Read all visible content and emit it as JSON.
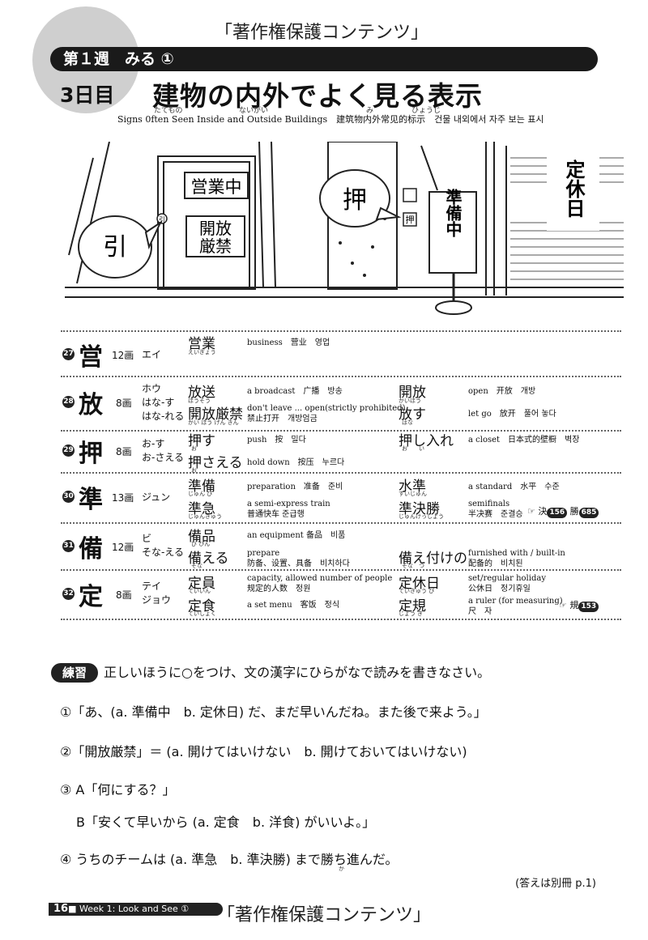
{
  "watermark": "「著作権保護コンテンツ」",
  "header": {
    "week_label": "第１週　みる ①",
    "day_label": "3日目",
    "title": "建物の内外でよく見る表示",
    "title_furigana": [
      "たてもの",
      "ないがい",
      "み",
      "ひょうじ"
    ],
    "subtitle": "Signs 0ften Seen Inside and Outside Buildings　建筑物内外常见的标示　건물 내외에서 자주 보는 표시"
  },
  "illustration": {
    "sign_eigyochu": "営業中",
    "sign_kaiho": "開放",
    "sign_genkin": "厳禁",
    "bubble_hiku": "引",
    "bubble_osu": "押",
    "small_hiku": "引",
    "small_osu": "押",
    "sign_junbichu": "準備中",
    "sign_teikyubi": "定休日"
  },
  "kanji_rows": [
    {
      "no": "27",
      "kanji": "営",
      "strokes": "12画",
      "readings": "エイ",
      "left": [
        {
          "word": "営業",
          "furi": "えいぎょう",
          "meaning": "business　营业　영업"
        }
      ],
      "right": []
    },
    {
      "no": "28",
      "kanji": "放",
      "strokes": "8画",
      "readings": "ホウ\nはな-す\nはな-れる",
      "left": [
        {
          "word": "放送",
          "furi": "ほうそう",
          "meaning": "a broadcast　广播　방송"
        },
        {
          "word": "開放厳禁",
          "furi": "かい ほう げん きん",
          "meaning": "don't leave ... open(strictly prohibited)\n禁止打开　개방엄금"
        }
      ],
      "right": [
        {
          "word": "開放",
          "furi": "かいほう",
          "meaning": "open　开放　개방"
        },
        {
          "word": "放す",
          "furi": "はな",
          "meaning": "let go　放开　풀어 놓다"
        }
      ]
    },
    {
      "no": "29",
      "kanji": "押",
      "strokes": "8画",
      "readings": "お-す\nお-さえる",
      "left": [
        {
          "word": "押す",
          "furi": "お",
          "meaning": "push　按　밀다"
        },
        {
          "word": "押さえる",
          "furi": "お",
          "meaning": "hold down　按压　누르다"
        }
      ],
      "right": [
        {
          "word": "押し入れ",
          "furi": "お　　い",
          "meaning": "a closet　日本式的壁橱　벽장"
        }
      ]
    },
    {
      "no": "30",
      "kanji": "準",
      "strokes": "13画",
      "readings": "ジュン",
      "left": [
        {
          "word": "準備",
          "furi": "じゅん び",
          "meaning": "preparation　准备　준비"
        },
        {
          "word": "準急",
          "furi": "じゅんきゅう",
          "meaning": "a semi-express train\n普通快车 준급행"
        }
      ],
      "right": [
        {
          "word": "水準",
          "furi": "すいじゅん",
          "meaning": "a standard　水平　수준"
        },
        {
          "word": "準決勝",
          "furi": "じゅんけっしょう",
          "meaning": "semifinals\n半决赛　준결승"
        }
      ]
    },
    {
      "no": "31",
      "kanji": "備",
      "strokes": "12画",
      "readings": "ビ\nそな-える",
      "left": [
        {
          "word": "備品",
          "furi": "び ひん",
          "meaning": "an equipment 备品　비품"
        },
        {
          "word": "備える",
          "furi": "そな",
          "meaning": "prepare\n防备、设置、具备　비치하다"
        }
      ],
      "right": [
        {
          "word": "備え付けの",
          "furi": "そな　つ",
          "meaning": "furnished with / built-in\n配备的　비치된"
        }
      ]
    },
    {
      "no": "32",
      "kanji": "定",
      "strokes": "8画",
      "readings": "テイ\nジョウ",
      "left": [
        {
          "word": "定員",
          "furi": "ていいん",
          "meaning": "capacity, allowed number of people\n规定的人数　정원"
        },
        {
          "word": "定食",
          "furi": "ていしょく",
          "meaning": "a set menu　客饭　정식"
        }
      ],
      "right": [
        {
          "word": "定休日",
          "furi": "ていきゅう び",
          "meaning": "set/regular holiday\n公休日　정기휴일"
        },
        {
          "word": "定規",
          "furi": "じょう ぎ",
          "meaning": "a ruler (for measuring)\n尺　자"
        }
      ]
    }
  ],
  "refs": {
    "r30_sym": "☞ 決",
    "r30_n1": "156",
    "r30_k2": "勝",
    "r30_n2": "685",
    "r32_sym": "☞ 規",
    "r32_n1": "153"
  },
  "practice": {
    "label": "練習",
    "instruction": "正しいほうに○をつけ、文の漢字にひらがなで読みを書きなさい。",
    "questions": [
      "①「あ、(a. 準備中　b. 定休日) だ、まだ早いんだね。また後で来よう。」",
      "②「開放厳禁」＝ (a. 開けてはいけない　b. 開けておいてはいけない)",
      "③ A「何にする？」",
      "B「安くて早いから (a. 定食　b. 洋食) がいいよ。」",
      "④ うちのチームは (a. 準急　b. 準決勝) まで勝ち進んだ。"
    ],
    "q4_furigana": "か",
    "answers_note": "(答えは別冊 p.1)"
  },
  "footer": {
    "page": "16",
    "label": "■ Week 1: Look and See ①"
  }
}
